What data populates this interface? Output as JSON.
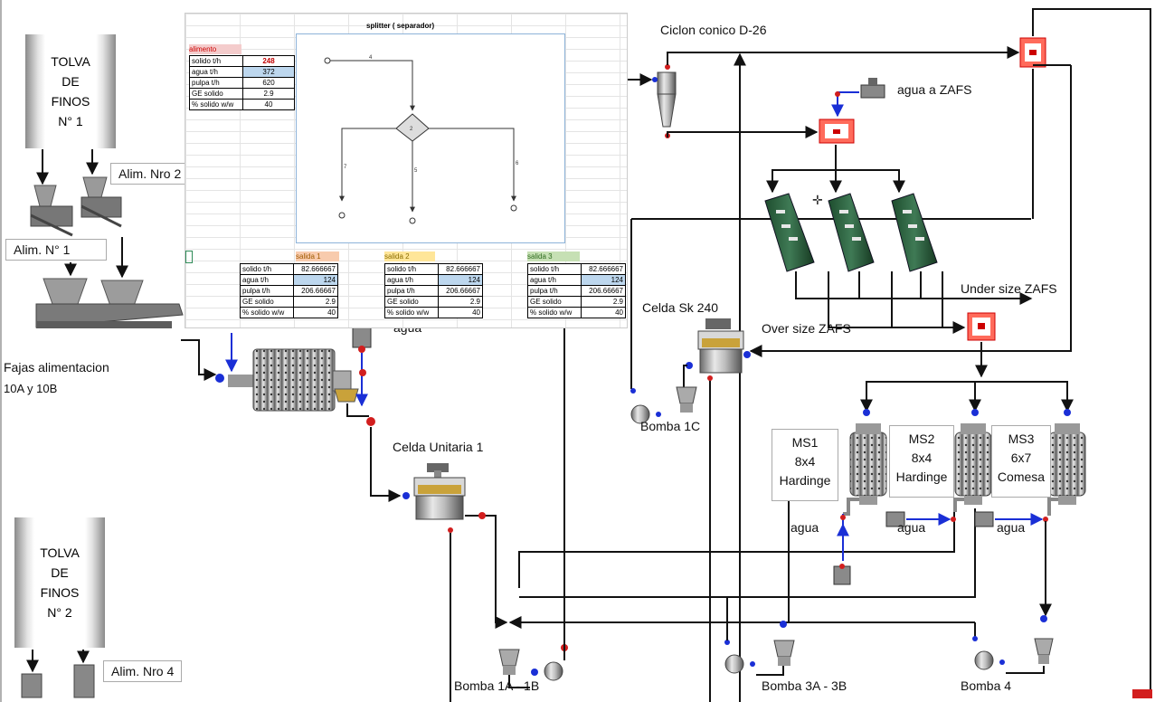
{
  "tolva1": {
    "lines": [
      "TOLVA",
      "DE",
      "FINOS",
      "N° 1"
    ]
  },
  "tolva2": {
    "lines": [
      "TOLVA",
      "DE",
      "FINOS",
      "N° 2"
    ]
  },
  "labels": {
    "alim_nro2": "Alim. Nro 2",
    "alim_n1": "Alim. N° 1",
    "alim_nro4": "Alim. Nro 4",
    "fajas_line1": "Fajas alimentacion",
    "fajas_line2": "10A y 10B",
    "ciclon": "Ciclon conico D-26",
    "agua_zafs": "agua a ZAFS",
    "under_size": "Under size ZAFS",
    "over_size": "Over size ZAFS",
    "celda_sk": "Celda Sk 240",
    "celda_unitaria": "Celda Unitaria 1",
    "bomba_1c": "Bomba 1C",
    "bomba_1a1b": "Bomba 1A - 1B",
    "bomba_3a3b": "Bomba 3A - 3B",
    "bomba_4": "Bomba 4",
    "agua_mill": "agua",
    "agua_ms1": "agua",
    "agua_ms2": "agua",
    "agua_ms3": "agua"
  },
  "mills": [
    {
      "lines": [
        "MS1",
        "8x4",
        "Hardinge"
      ]
    },
    {
      "lines": [
        "MS2",
        "8x4",
        "Hardinge"
      ]
    },
    {
      "lines": [
        "MS3",
        "6x7",
        "Comesa"
      ]
    }
  ],
  "sheet": {
    "title": "splitter ( separador)",
    "feed_header": "alimento",
    "feed_rows": [
      {
        "label": "solido t/h",
        "value": "248"
      },
      {
        "label": "agua t/h",
        "value": "372"
      },
      {
        "label": "pulpa t/h",
        "value": "620"
      },
      {
        "label": "GE solido",
        "value": "2.9"
      },
      {
        "label": "% solido w/w",
        "value": "40"
      }
    ],
    "streams": {
      "feed": "4",
      "unit": "2",
      "out1": "7",
      "out2": "5",
      "out3": "6"
    },
    "outlets": [
      {
        "header": "salida 1",
        "color": "#f8cbad",
        "rows": [
          {
            "label": "solido t/h",
            "value": "82.666667"
          },
          {
            "label": "agua t/h",
            "value": "124"
          },
          {
            "label": "pulpa t/h",
            "value": "206.66667"
          },
          {
            "label": "GE solido",
            "value": "2.9"
          },
          {
            "label": "% solido w/w",
            "value": "40"
          }
        ]
      },
      {
        "header": "salida 2",
        "color": "#ffe699",
        "rows": [
          {
            "label": "solido t/h",
            "value": "82.666667"
          },
          {
            "label": "agua t/h",
            "value": "124"
          },
          {
            "label": "pulpa t/h",
            "value": "206.66667"
          },
          {
            "label": "GE solido",
            "value": "2.9"
          },
          {
            "label": "% solido w/w",
            "value": "40"
          }
        ]
      },
      {
        "header": "salida 3",
        "color": "#c6e0b4",
        "rows": [
          {
            "label": "solido t/h",
            "value": "82.666667"
          },
          {
            "label": "agua t/h",
            "value": "124"
          },
          {
            "label": "pulpa t/h",
            "value": "206.66667"
          },
          {
            "label": "GE solido",
            "value": "2.9"
          },
          {
            "label": "% solido w/w",
            "value": "40"
          }
        ]
      }
    ]
  },
  "colors": {
    "line": "#111111",
    "water": "#1a2fd6",
    "valve": "#d21e1e",
    "mixer": "#ff6b5b",
    "highlight_blue": "#bdd7ee",
    "solid_red": "#c00000"
  }
}
